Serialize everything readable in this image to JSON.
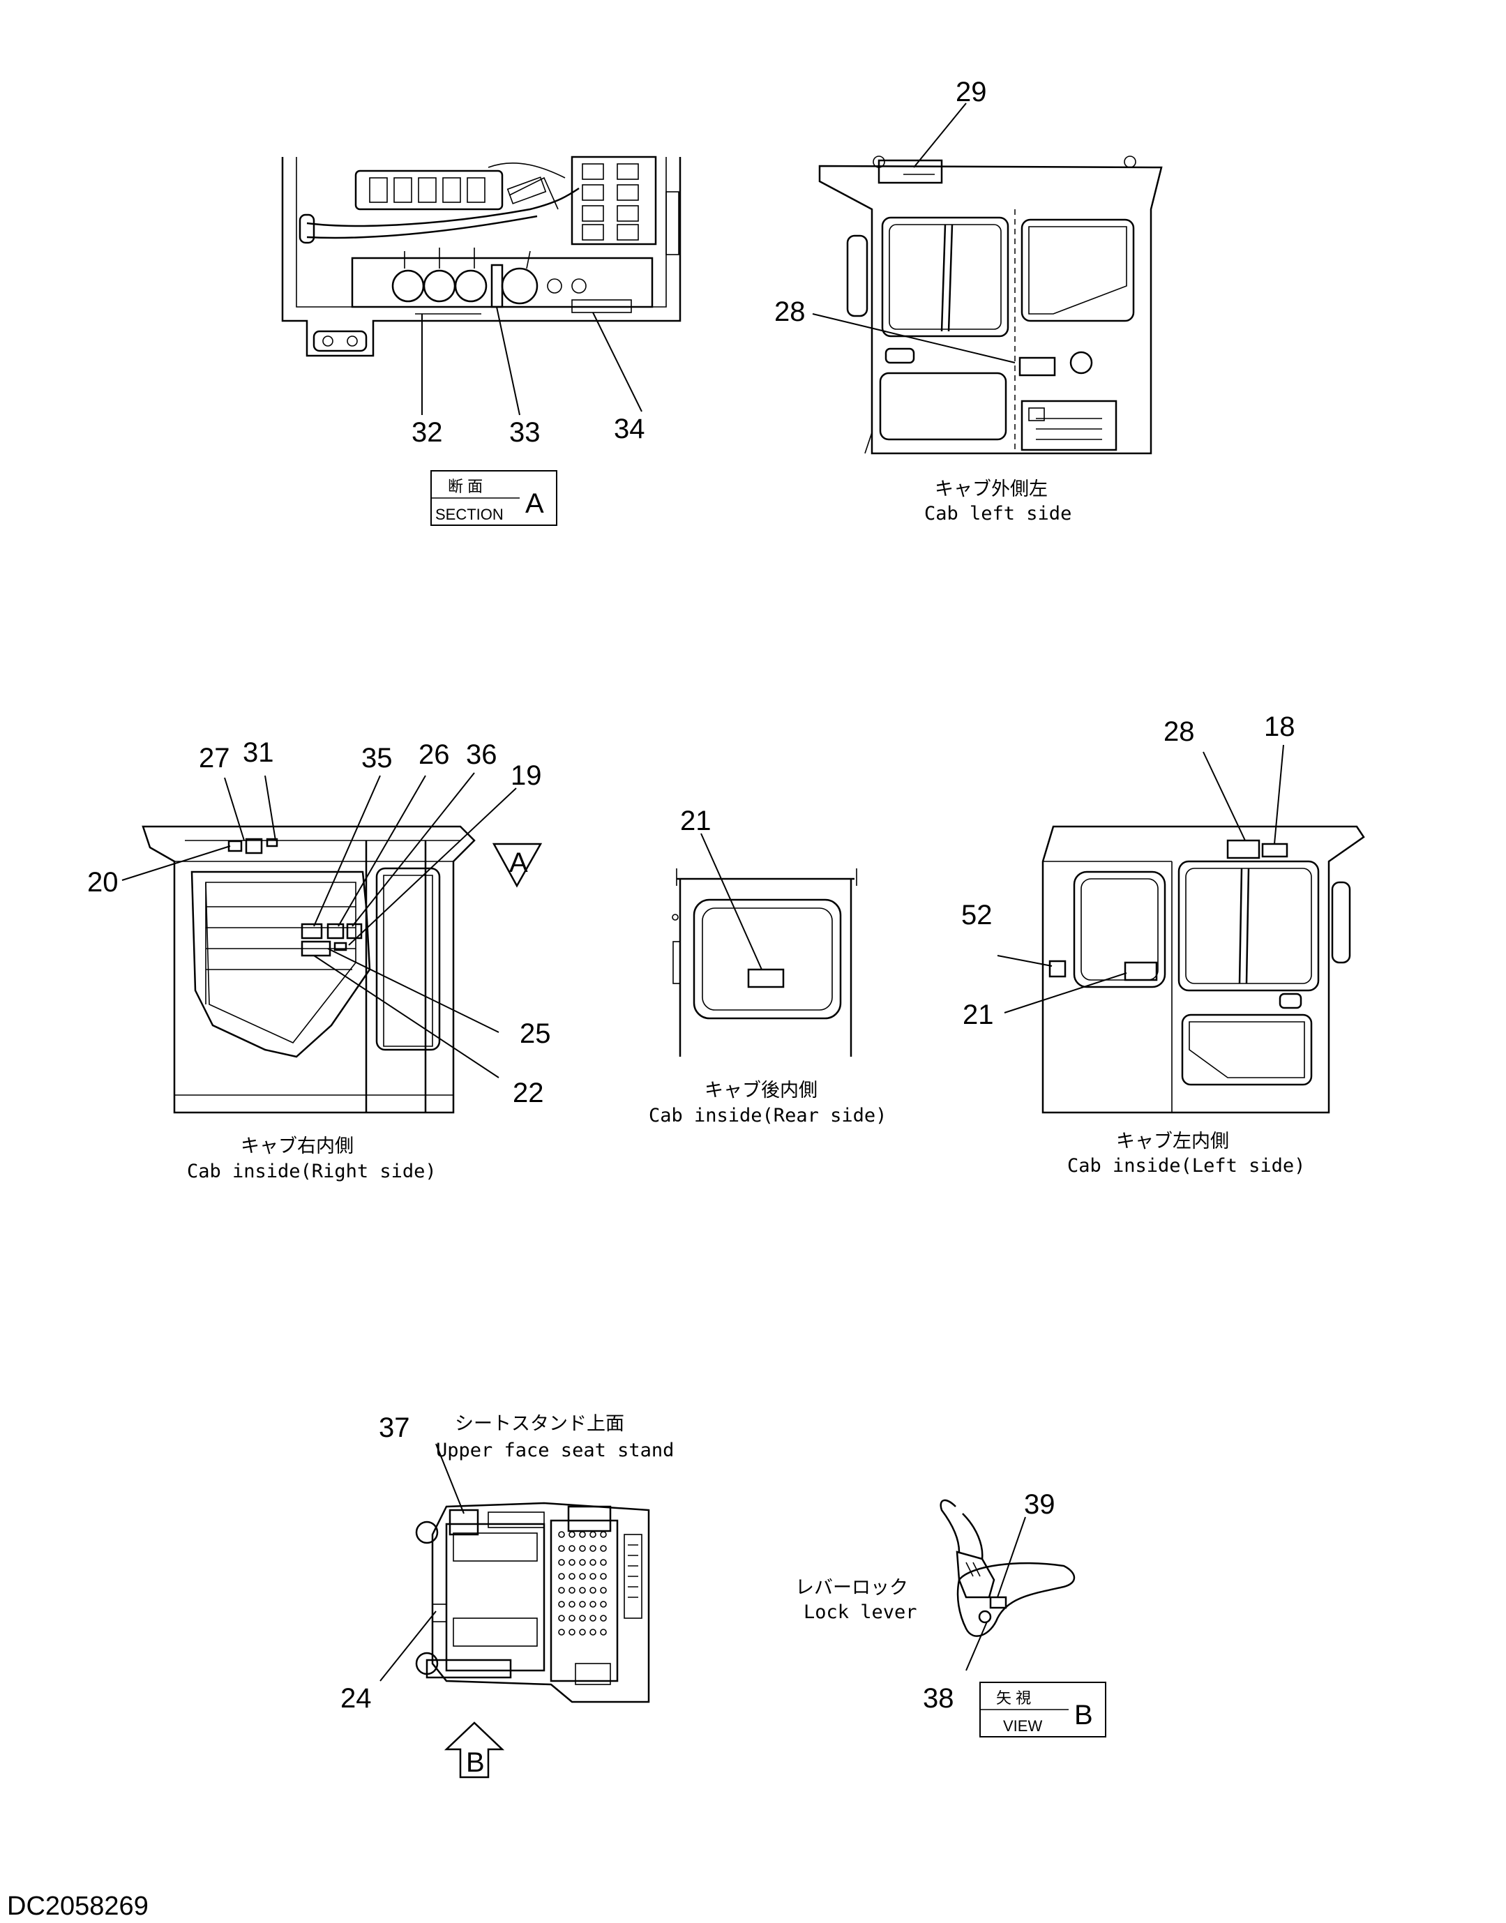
{
  "drawing_id": "DC2058269",
  "views": {
    "section_a": {
      "caption_top": "断 面",
      "caption_bottom": "SECTION",
      "letter": "A",
      "callouts": [
        "32",
        "33",
        "34"
      ]
    },
    "cab_left_side": {
      "title_jp": "キャブ外側左",
      "title_en": "Cab left side",
      "callouts": [
        "29",
        "28"
      ]
    },
    "cab_inside_right": {
      "title_jp": "キャブ右内側",
      "title_en": "Cab inside(Right side)",
      "view_arrow": "A",
      "callouts": [
        "27",
        "31",
        "35",
        "26",
        "36",
        "19",
        "20",
        "25",
        "22"
      ]
    },
    "cab_inside_rear": {
      "title_jp": "キャブ後内側",
      "title_en": "Cab inside(Rear side)",
      "callouts": [
        "21"
      ]
    },
    "cab_inside_left": {
      "title_jp": "キャブ左内側",
      "title_en": "Cab inside(Left side)",
      "callouts": [
        "28",
        "18",
        "52",
        "21"
      ]
    },
    "seat_stand": {
      "title_jp": "シートスタンド上面",
      "title_en": "Upper face seat stand",
      "view_arrow": "B",
      "callouts": [
        "37",
        "24"
      ]
    },
    "lock_lever": {
      "title_jp": "レバーロック",
      "title_en": "Lock lever",
      "caption_top": "矢 視",
      "caption_bottom": "VIEW",
      "letter": "B",
      "callouts": [
        "39",
        "38"
      ]
    }
  }
}
